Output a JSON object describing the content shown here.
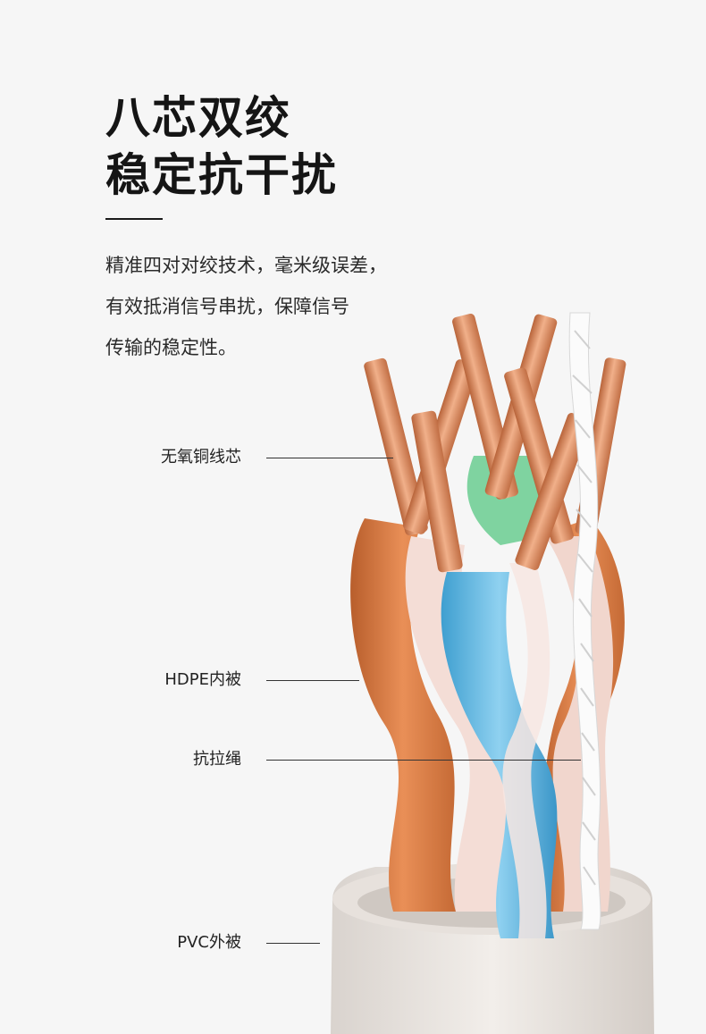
{
  "headline": {
    "line1": "八芯双绞",
    "line2": "稳定抗干扰"
  },
  "description": {
    "line1": "精准四对对绞技术，毫米级误差，",
    "line2": "有效抵消信号串扰，保障信号",
    "line3": "传输的稳定性。"
  },
  "callouts": {
    "copper_core": "无氧铜线芯",
    "hdpe_inner": "HDPE内被",
    "pull_rope": "抗拉绳",
    "pvc_outer": "PVC外被"
  },
  "colors": {
    "background": "#f6f6f6",
    "copper": "#d98a5e",
    "orange_wire": "#e2854a",
    "blue_wire": "#5bb6e0",
    "green_wire": "#6cc98e",
    "white_wire": "#f3dcd6",
    "rope": "#fafafa",
    "jacket": "#ebe6e2"
  }
}
